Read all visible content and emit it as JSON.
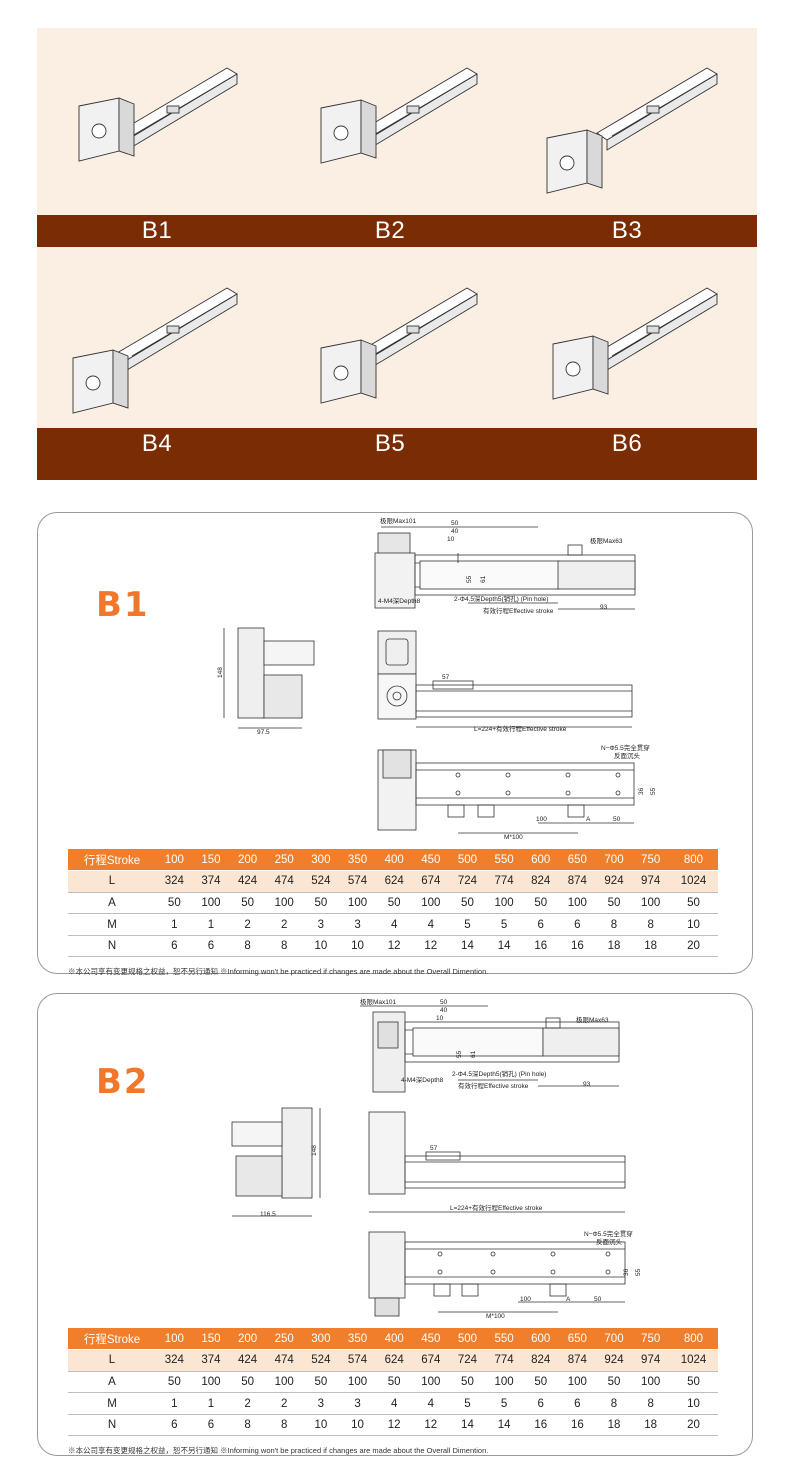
{
  "gallery": {
    "row1": [
      "B1",
      "B2",
      "B3"
    ],
    "row2": [
      "B4",
      "B5",
      "B6"
    ]
  },
  "drawing_labels": {
    "max101": "极限Max101",
    "max63": "极限Max63",
    "d50": "50",
    "d40": "40",
    "d10": "10",
    "d55": "55",
    "d61": "61",
    "d93": "93",
    "m4": "4-M4深Depth8",
    "pin": "2-Φ4.5深Depth5(销孔) (Pin hole)",
    "stroke": "有效行程Effective stroke",
    "d148": "148",
    "b1_width": "97.5",
    "b2_width": "116.5",
    "d57": "57",
    "length": "L=224+有效行程Effective stroke",
    "holes1": "N−Φ5.5完全贯穿",
    "holes2": "反面沉头",
    "d36": "36",
    "d100": "100",
    "dA": "A",
    "m100": "M*100"
  },
  "panels": [
    {
      "title": "B1",
      "table": {
        "header": [
          "行程Stroke",
          "100",
          "150",
          "200",
          "250",
          "300",
          "350",
          "400",
          "450",
          "500",
          "550",
          "600",
          "650",
          "700",
          "750",
          "800"
        ],
        "rows": [
          [
            "L",
            "324",
            "374",
            "424",
            "474",
            "524",
            "574",
            "624",
            "674",
            "724",
            "774",
            "824",
            "874",
            "924",
            "974",
            "1024"
          ],
          [
            "A",
            "50",
            "100",
            "50",
            "100",
            "50",
            "100",
            "50",
            "100",
            "50",
            "100",
            "50",
            "100",
            "50",
            "100",
            "50"
          ],
          [
            "M",
            "1",
            "1",
            "2",
            "2",
            "3",
            "3",
            "4",
            "4",
            "5",
            "5",
            "6",
            "6",
            "8",
            "8",
            "10"
          ],
          [
            "N",
            "6",
            "6",
            "8",
            "8",
            "10",
            "10",
            "12",
            "12",
            "14",
            "14",
            "16",
            "16",
            "18",
            "18",
            "20"
          ]
        ]
      },
      "note": "※本公司享有变更规格之权益，恕不另行通知 ※Informing won't be practiced if changes are made about the Overall Dimention."
    },
    {
      "title": "B2",
      "table": {
        "header": [
          "行程Stroke",
          "100",
          "150",
          "200",
          "250",
          "300",
          "350",
          "400",
          "450",
          "500",
          "550",
          "600",
          "650",
          "700",
          "750",
          "800"
        ],
        "rows": [
          [
            "L",
            "324",
            "374",
            "424",
            "474",
            "524",
            "574",
            "624",
            "674",
            "724",
            "774",
            "824",
            "874",
            "924",
            "974",
            "1024"
          ],
          [
            "A",
            "50",
            "100",
            "50",
            "100",
            "50",
            "100",
            "50",
            "100",
            "50",
            "100",
            "50",
            "100",
            "50",
            "100",
            "50"
          ],
          [
            "M",
            "1",
            "1",
            "2",
            "2",
            "3",
            "3",
            "4",
            "4",
            "5",
            "5",
            "6",
            "6",
            "8",
            "8",
            "10"
          ],
          [
            "N",
            "6",
            "6",
            "8",
            "8",
            "10",
            "10",
            "12",
            "12",
            "14",
            "14",
            "16",
            "16",
            "18",
            "18",
            "20"
          ]
        ]
      },
      "note": "※本公司享有变更规格之权益，恕不另行通知 ※Informing won't be practiced if changes are made about the Overall Dimention."
    }
  ],
  "colors": {
    "gallery_bg": "#fbeee2",
    "band": "#7a2c05",
    "accent_orange": "#f07e2a",
    "title_orange": "#f1772a",
    "row_tint": "#fbe6d3"
  }
}
